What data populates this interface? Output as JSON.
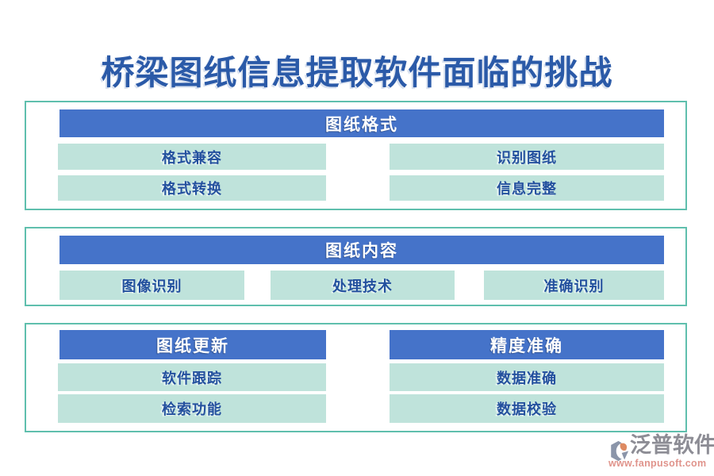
{
  "title": "桥梁图纸信息提取软件面临的挑战",
  "sections": [
    {
      "header": "图纸格式",
      "items": [
        "格式兼容",
        "识别图纸",
        "格式转换",
        "信息完整"
      ]
    },
    {
      "header": "图纸内容",
      "items": [
        "图像识别",
        "处理技术",
        "准确识别"
      ]
    },
    {
      "columns": [
        {
          "header": "图纸更新",
          "items": [
            "软件跟踪",
            "检索功能"
          ]
        },
        {
          "header": "精度准确",
          "items": [
            "数据准确",
            "数据校验"
          ]
        }
      ]
    }
  ],
  "footer": {
    "brand": "泛普软件",
    "url": "www.fanpusoft.com",
    "logo_icon": "fanpu-pinwheel-icon"
  },
  "colors": {
    "title_text": "#2b5aa8",
    "header_bar_bg": "#4573c9",
    "header_bar_text": "#ffffff",
    "item_bg": "#bfe3db",
    "item_text": "#23509e",
    "panel_border": "#5fbfad",
    "brand_text": "#8d8d95",
    "url_text": "#e0948c",
    "logo_slate": "#8b95a9",
    "logo_orange": "#dd8a62"
  }
}
